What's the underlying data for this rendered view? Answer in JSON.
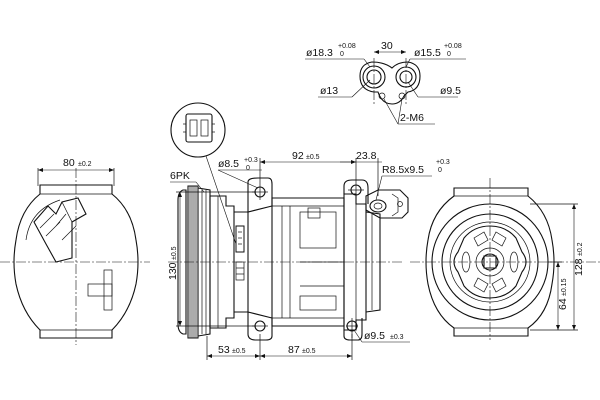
{
  "dimensions": {
    "top_ports_spacing": "30",
    "port_left_dia_main": "ø18.3",
    "port_left_dia_tol_top": "+0.08",
    "port_left_dia_tol_bot": "0",
    "port_right_dia_main": "ø15.5",
    "port_right_dia_tol_top": "+0.08",
    "port_right_dia_tol_bot": "0",
    "port_left_inner": "ø13",
    "port_right_inner": "ø9.5",
    "thread": "2-M6",
    "left_width_main": "80",
    "left_width_tol": "±0.2",
    "belt": "6PK",
    "hole_top_main": "ø8.5",
    "hole_top_tol_top": "+0.3",
    "hole_top_tol_bot": "0",
    "top_length_main": "92",
    "top_length_tol": "±0.5",
    "top_offset": "23.8",
    "slot_main": "R8.5x9.5",
    "slot_tol_top": "+0.3",
    "slot_tol_bot": "0",
    "height_main": "130",
    "height_tol": "±0.5",
    "bottom_left_main": "53",
    "bottom_left_tol": "±0.5",
    "bottom_mid_main": "87",
    "bottom_mid_tol": "±0.5",
    "hole_bottom_main": "ø9.5",
    "hole_bottom_tol": "±0.3",
    "right_outer_main": "128",
    "right_outer_tol": "±0.2",
    "right_inner_main": "64",
    "right_inner_tol": "±0.15"
  }
}
